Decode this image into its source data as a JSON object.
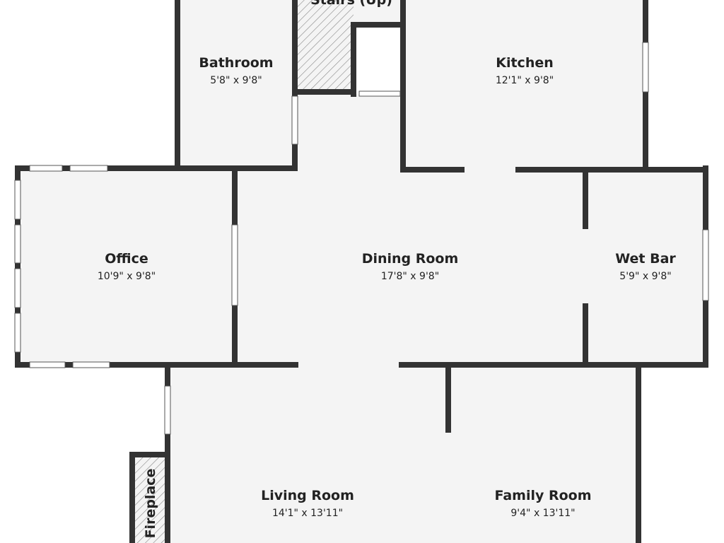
{
  "colors": {
    "wall": "#333333",
    "floor": "#f4f4f4",
    "background": "#ffffff",
    "hatch": "#888888"
  },
  "rooms": [
    {
      "name": "Bathroom",
      "dims": "5'8\" x 9'8\""
    },
    {
      "name": "Kitchen",
      "dims": "12'1\" x 9'8\""
    },
    {
      "name": "Office",
      "dims": "10'9\" x 9'8\""
    },
    {
      "name": "Dining Room",
      "dims": "17'8\" x 9'8\""
    },
    {
      "name": "Wet Bar",
      "dims": "5'9\" x 9'8\""
    },
    {
      "name": "Living Room",
      "dims": "14'1\" x 13'11\""
    },
    {
      "name": "Family Room",
      "dims": "9'4\" x 13'11\""
    }
  ],
  "features": {
    "stairs": "Stairs (Up)",
    "fireplace": "Fireplace"
  }
}
